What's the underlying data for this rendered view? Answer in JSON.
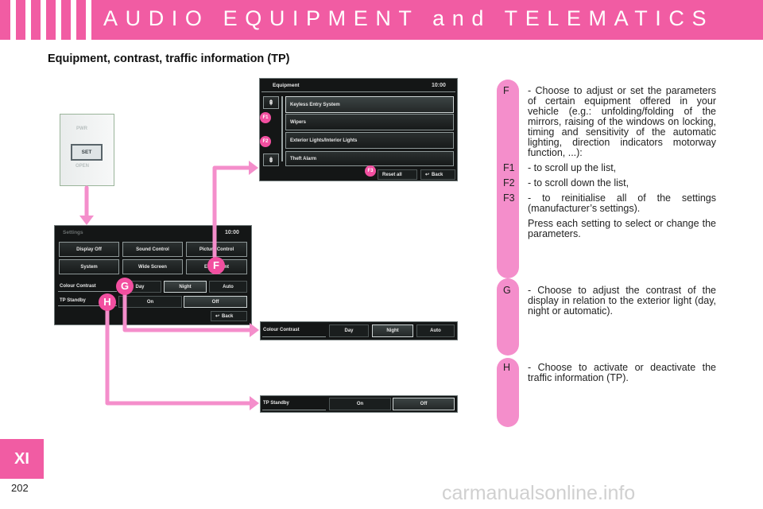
{
  "header": {
    "title": "AUDIO EQUIPMENT and TELEMATICS"
  },
  "section_title": "Equipment, contrast, traffic information (TP)",
  "chapter_tab": "XI",
  "page_number": "202",
  "watermark": "carmanualsonline.info",
  "colors": {
    "accent": "#f15ca3",
    "pill": "#f48ecb",
    "screen_bg": "#141616"
  },
  "keypad": {
    "pwr": "PWR",
    "set": "SET",
    "open": "OPEN"
  },
  "equipment_screen": {
    "title": "Equipment",
    "clock": "10:00",
    "items": [
      "Keyless Entry System",
      "Wipers",
      "Exterior Lights/Interior Lights",
      "Theft Alarm"
    ],
    "reset_label": "Reset all",
    "back_label": "Back"
  },
  "settings_screen": {
    "title": "Settings",
    "clock": "10:00",
    "buttons": [
      "Display Off",
      "Sound Control",
      "Picture Control",
      "System",
      "Wide Screen",
      "Equipment"
    ],
    "contrast_label": "Colour Contrast",
    "contrast_options": [
      "Day",
      "Night",
      "Auto"
    ],
    "tp_label": "TP Standby",
    "tp_options": [
      "On",
      "Off"
    ],
    "back_label": "Back"
  },
  "contrast_strip": {
    "label": "Colour Contrast",
    "options": [
      "Day",
      "Night",
      "Auto"
    ]
  },
  "tp_strip": {
    "label": "TP Standby",
    "options": [
      "On",
      "Off"
    ]
  },
  "markers": {
    "f": "F",
    "g": "G",
    "h": "H",
    "f1": "F1",
    "f2": "F2",
    "f3": "F3"
  },
  "descriptions": {
    "f": {
      "key": "F",
      "text": "- Choose to adjust or set the parameters of certain equipment offered in your vehicle (e.g.: unfolding/folding of the mirrors, raising of the windows on locking, timing and sensitivity of the automatic lighting, direction indicators motorway function, ...):"
    },
    "f1": {
      "key": "F1",
      "text": "- to scroll up the list,"
    },
    "f2": {
      "key": "F2",
      "text": "- to scroll down the list,"
    },
    "f3": {
      "key": "F3",
      "text": "- to reinitialise all of the settings (manufacturer’s settings)."
    },
    "press": "Press each setting to select or change the parameters.",
    "g": {
      "key": "G",
      "text": "- Choose to adjust the contrast of the display in relation to the exterior light (day, night or automatic)."
    },
    "h": {
      "key": "H",
      "text": "- Choose to activate or deactivate the traffic information (TP)."
    }
  }
}
